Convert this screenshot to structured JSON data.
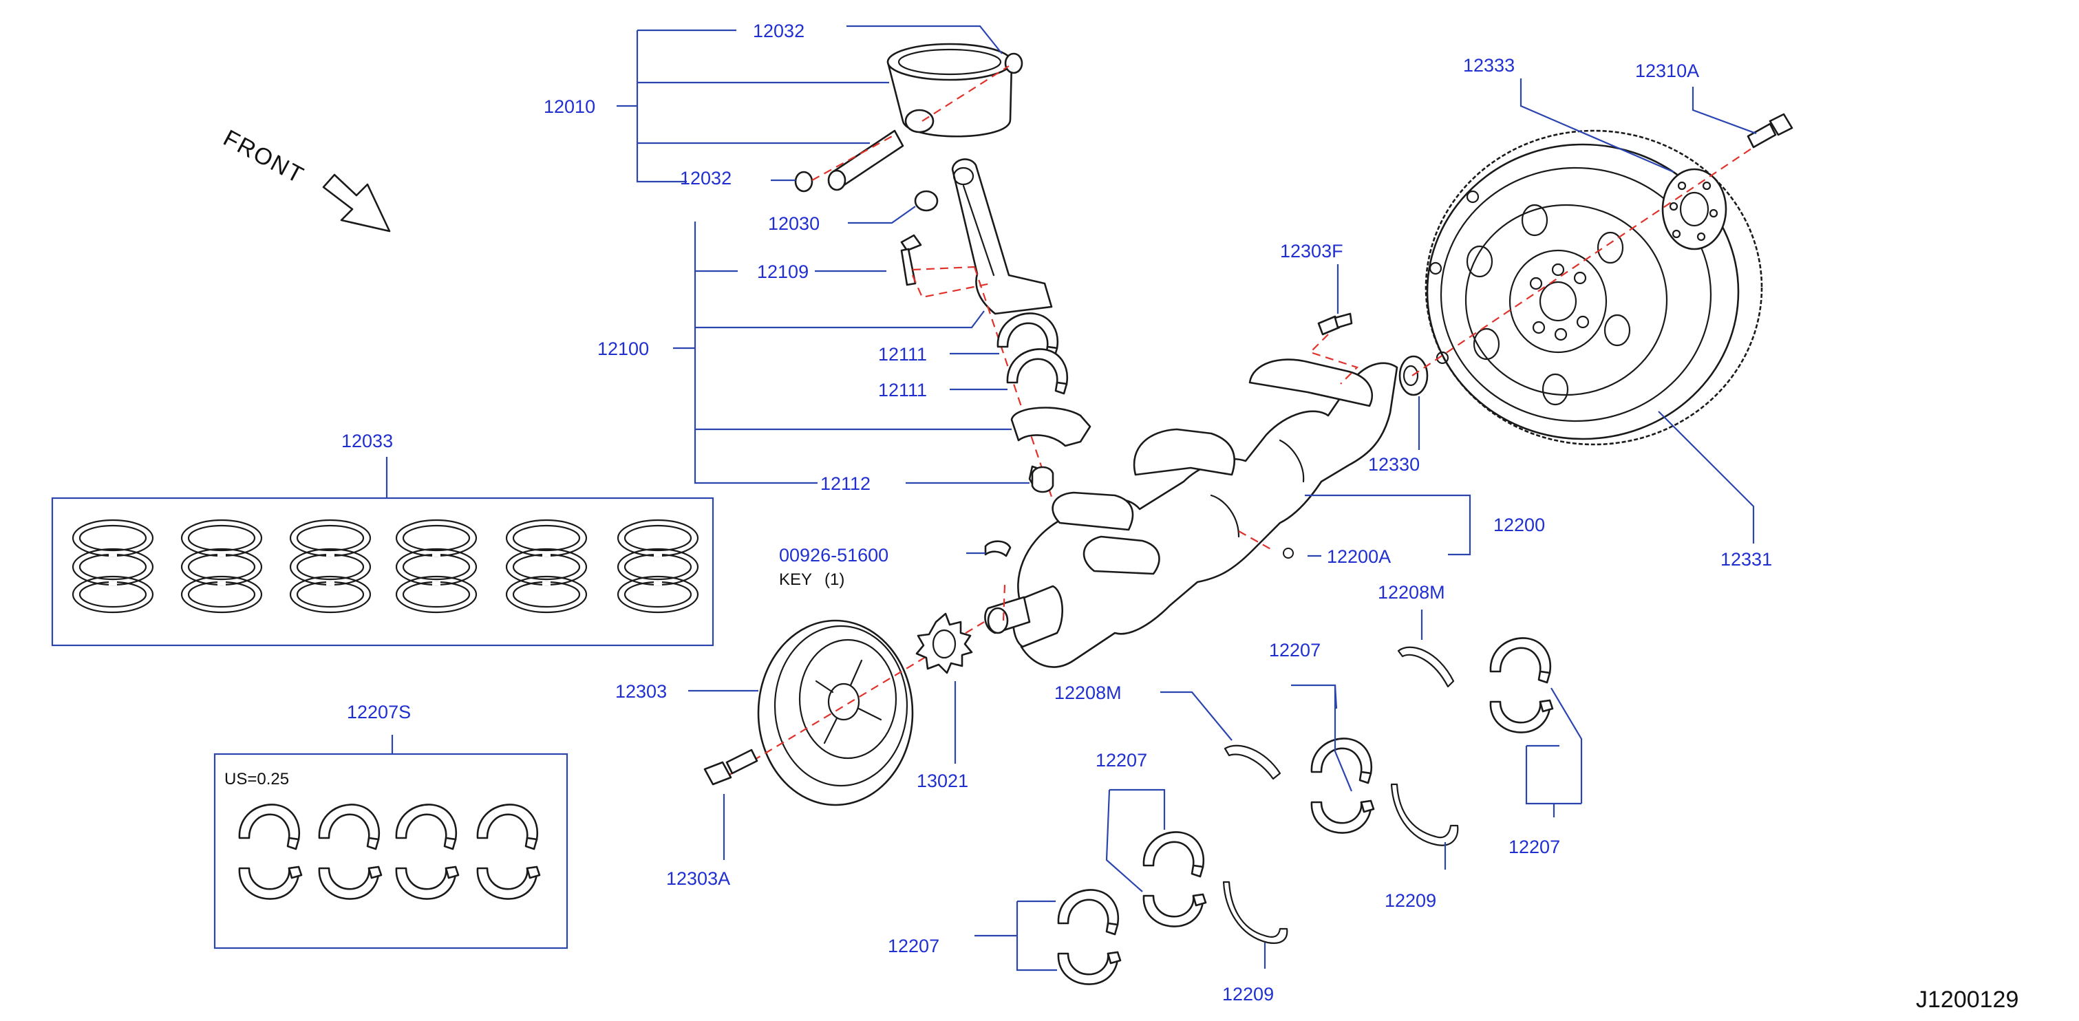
{
  "diagram_code": "J1200129",
  "front_label": "FRONT",
  "colors": {
    "label": "#1f2fd0",
    "leader": "#2a44b0",
    "centerline": "#e0322a",
    "outline": "#1a1a1a"
  },
  "parts": {
    "piston_pin_clip_top": "12032",
    "piston_assy": "12010",
    "piston_pin_clip_bottom": "12032",
    "pin_bushing": "12030",
    "rod_bolt": "12109",
    "connecting_rod_assy": "12100",
    "rod_bearing_upper": "12111",
    "rod_bearing_lower": "12111",
    "rod_nut": "12112",
    "ring_set": "12033",
    "key_part_no": "00926-51600",
    "key_caption": "KEY",
    "key_qty": "(1)",
    "pulley": "12303",
    "sprocket": "13021",
    "pulley_bolt": "12303A",
    "bearing_set": "12207S",
    "bearing_set_us": "US=0.25",
    "pilot_bolt": "12303F",
    "pilot_bushing": "12330",
    "crankshaft": "12200",
    "crank_plug": "12200A",
    "flywheel": "12331",
    "reinforce_plate": "12333",
    "flywheel_bolt": "12310A",
    "thrust_upper_a": "12208M",
    "thrust_upper_b": "12208M",
    "main_bearing_a": "12207",
    "main_bearing_b": "12207",
    "main_bearing_c": "12207",
    "main_bearing_d": "12207",
    "thrust_lower_a": "12209",
    "thrust_lower_b": "12209"
  }
}
